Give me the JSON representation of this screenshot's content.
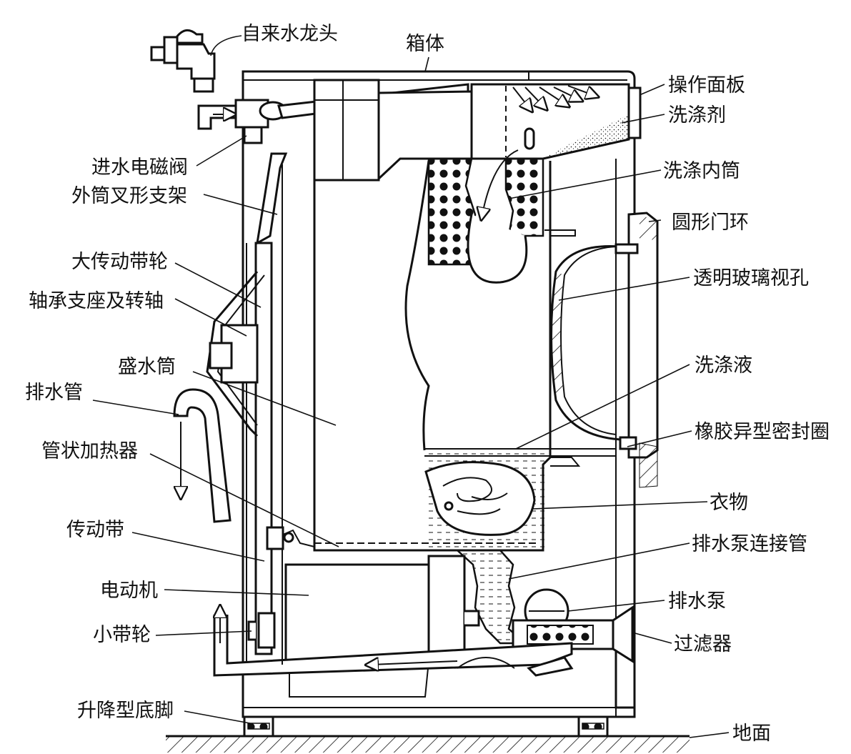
{
  "labels": {
    "faucet": "自来水龙头",
    "cabinet": "箱体",
    "control_panel": "操作面板",
    "detergent": "洗涤剂",
    "inlet_valve": "进水电磁阀",
    "fork_bracket": "外筒叉形支架",
    "inner_drum": "洗涤内筒",
    "door_ring": "圆形门环",
    "big_pulley": "大传动带轮",
    "glass_window": "透明玻璃视孔",
    "bearing": "轴承支座及转轴",
    "tub": "盛水筒",
    "wash_liquid": "洗涤液",
    "drain_hose": "排水管",
    "rubber_seal": "橡胶异型密封圈",
    "heater": "管状加热器",
    "clothes": "衣物",
    "belt": "传动带",
    "pump_pipe": "排水泵连接管",
    "motor": "电动机",
    "pump": "排水泵",
    "small_pulley": "小带轮",
    "filter": "过滤器",
    "feet": "升降型底脚",
    "ground": "地面"
  }
}
